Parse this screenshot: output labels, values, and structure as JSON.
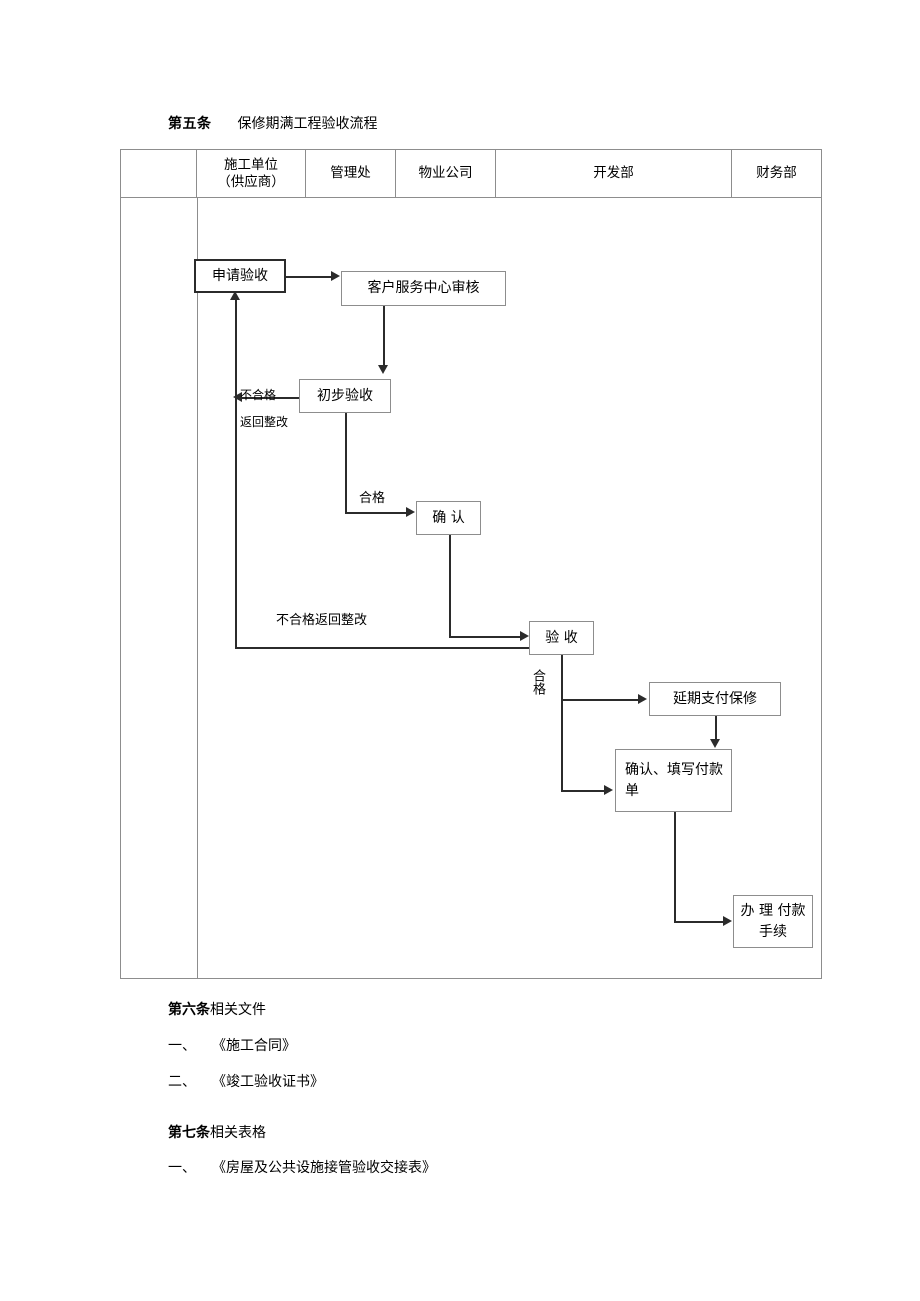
{
  "heading": {
    "article_no": "第五条",
    "title": "保修期满工程验收流程"
  },
  "table": {
    "columns": [
      {
        "label": "",
        "name": "lane-blank"
      },
      {
        "label_line1": "施工单位",
        "label_line2": "（供应商）",
        "name": "lane-construction-unit"
      },
      {
        "label": "管理处",
        "name": "lane-management-office"
      },
      {
        "label": "物业公司",
        "name": "lane-property-company"
      },
      {
        "label": "开发部",
        "name": "lane-development-dept"
      },
      {
        "label": "财务部",
        "name": "lane-finance-dept"
      }
    ]
  },
  "flowchart": {
    "nodes": [
      {
        "id": "apply",
        "label": "申请验收"
      },
      {
        "id": "customer-service-review",
        "label": "客户服务中心审核"
      },
      {
        "id": "preliminary-acceptance",
        "label": "初步验收"
      },
      {
        "id": "confirm",
        "label": "确  认"
      },
      {
        "id": "acceptance",
        "label": "验  收"
      },
      {
        "id": "deferred-warranty-payment",
        "label": "延期支付保修"
      },
      {
        "id": "confirm-fill-payment-form",
        "label": "确认、填写付款单"
      },
      {
        "id": "process-payment",
        "label": "办  理  付款手续"
      }
    ],
    "edge_labels": [
      {
        "id": "unqualified",
        "text": "不合格"
      },
      {
        "id": "return-for-rectification",
        "text": "返回整改"
      },
      {
        "id": "qualified-1",
        "text": "合格"
      },
      {
        "id": "unqualified-return-rectification",
        "text": "不合格返回整改"
      },
      {
        "id": "qualified-2",
        "text": "合格"
      }
    ]
  },
  "sections": [
    {
      "article_no": "第六条",
      "title": "相关文件",
      "items": [
        {
          "index": "一、",
          "text": "《施工合同》"
        },
        {
          "index": "二、",
          "text": "《竣工验收证书》"
        }
      ]
    },
    {
      "article_no": "第七条",
      "title": "相关表格",
      "items": [
        {
          "index": "一、",
          "text": "《房屋及公共设施接管验收交接表》"
        }
      ]
    }
  ]
}
